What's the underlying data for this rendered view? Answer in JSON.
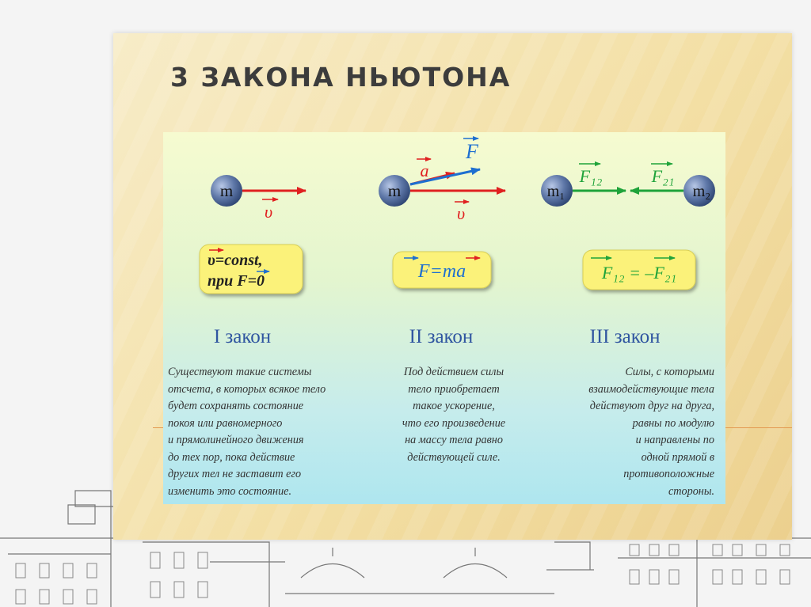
{
  "slide": {
    "title": "3   ЗАКОНА НЬЮТОНА"
  },
  "diagram": {
    "mass_m": "m",
    "mass_m1": "m₁",
    "mass_m2": "m₂",
    "vec_v": "υ",
    "vec_a": "a",
    "vec_F": "F",
    "vec_F12": "F₁₂",
    "vec_F21": "F₂₁"
  },
  "laws": [
    {
      "formula_line1": "υ=const,",
      "formula_line2": "при F=0",
      "title": "I закон",
      "text_lines": [
        "Существуют такие системы",
        "отсчета, в которых всякое тело",
        "будет сохранять состояние",
        "покоя или равномерного",
        "и прямолинейного движения",
        "до тех пор, пока действие",
        "других тел не заставит его",
        "изменить это состояние."
      ]
    },
    {
      "formula": "F=ma",
      "title": "II закон",
      "text_lines": [
        "Под действием силы",
        "тело приобретает",
        "такое ускорение,",
        "что его произведение",
        "на массу тела равно",
        "действующей силе."
      ]
    },
    {
      "formula": "F₁₂ = –F₂₁",
      "title": "III закон",
      "text_lines": [
        "Силы, с которыми",
        "взаимодействующие тела",
        "действуют друг на друга,",
        "равны по модулю",
        "и направлены по",
        "одной прямой в",
        "противоположные",
        "стороны."
      ]
    }
  ],
  "colors": {
    "title": "#3c3c3c",
    "law_title": "#2f55a0",
    "arrow_red": "#e02020",
    "arrow_blue": "#1e6fd0",
    "arrow_green": "#1fa33a",
    "formula_box": "#fbf27a",
    "accent_line": "#e39a52"
  }
}
